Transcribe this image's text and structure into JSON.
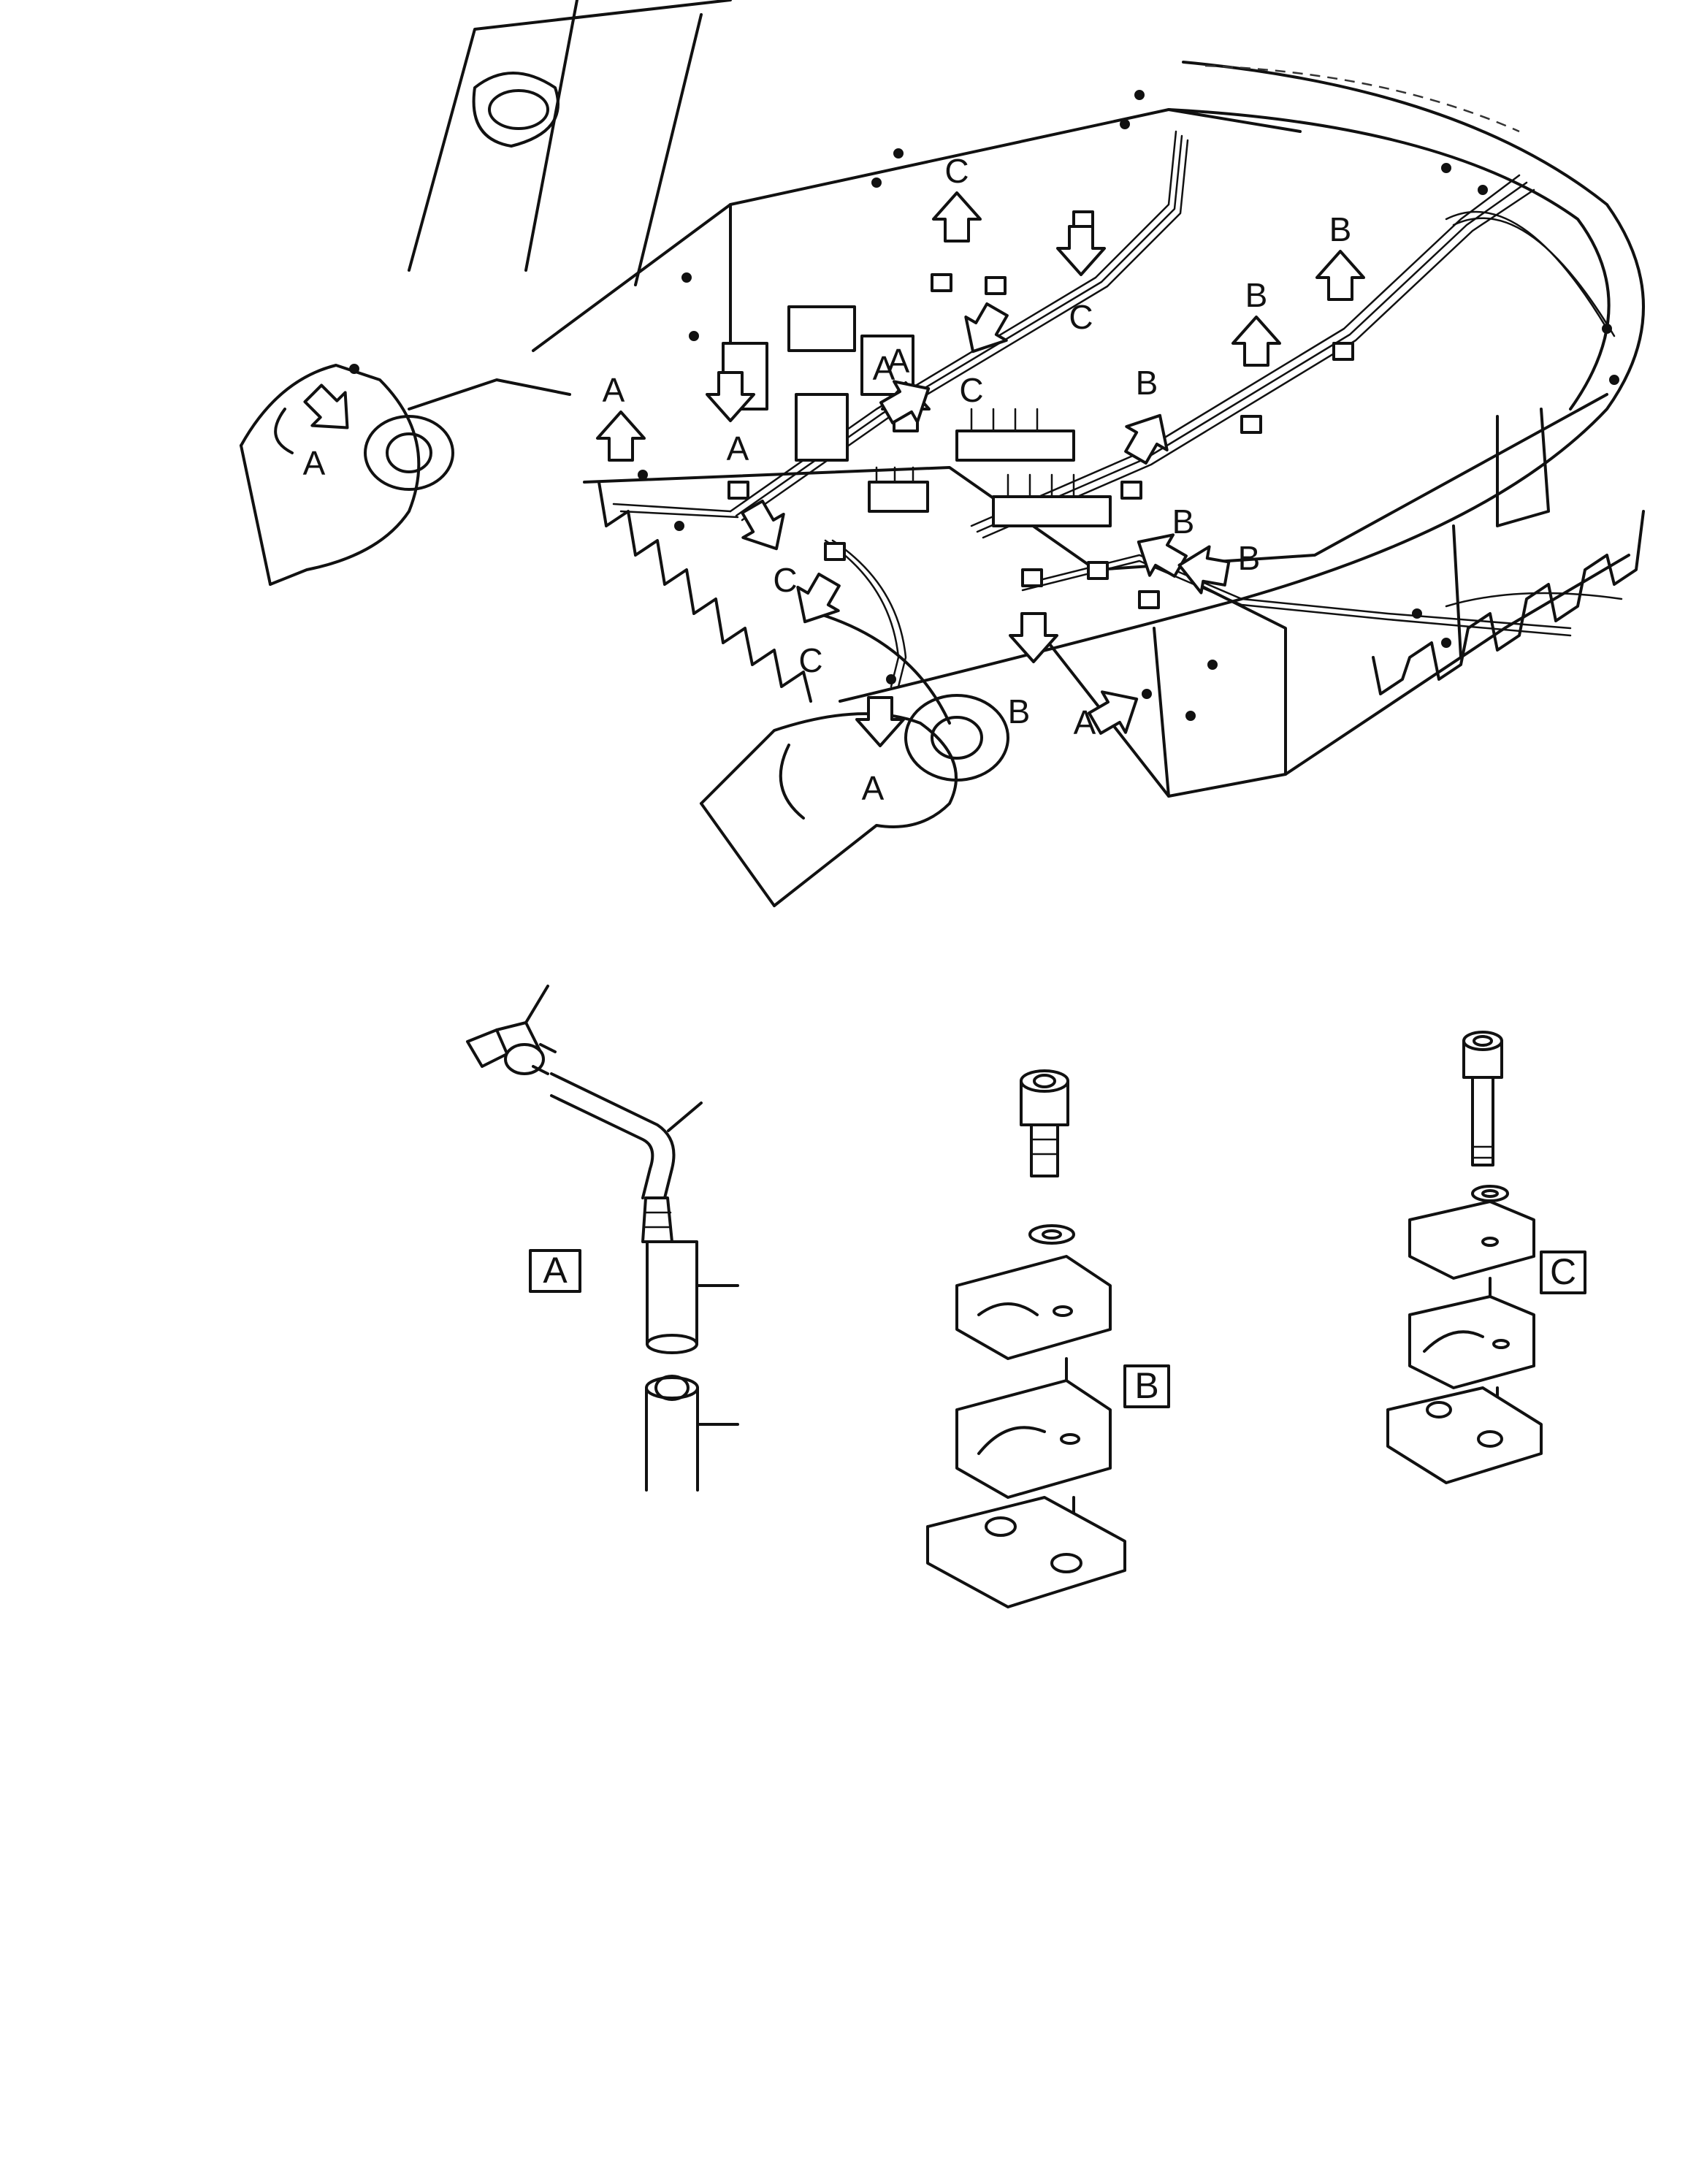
{
  "callout_letters": {
    "a": "A",
    "b": "B",
    "c": "C"
  },
  "detail_boxes": [
    {
      "id": "detail-A",
      "letter": "A"
    },
    {
      "id": "detail-B",
      "letter": "B"
    },
    {
      "id": "detail-C",
      "letter": "C"
    }
  ],
  "arrow_icon": "hollow-block-arrow-icon",
  "line_color": "#111111",
  "background_color": "#ffffff"
}
